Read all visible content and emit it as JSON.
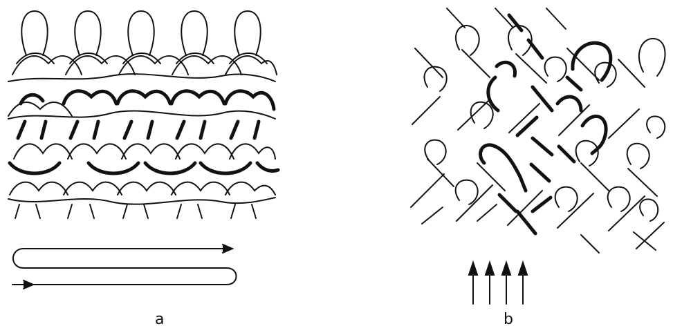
{
  "panels": [
    {
      "id": "a",
      "caption": "a",
      "structure": "weft-knit",
      "courses": 4,
      "wales": 5,
      "highlight_color": "#000000"
    },
    {
      "id": "b",
      "caption": "b",
      "structure": "warp-knit",
      "arrows": 4,
      "highlight_color": "#000000"
    }
  ],
  "colors": {
    "ink": "#111111",
    "background": "#ffffff"
  },
  "icons": [
    "yarn-path-arrow",
    "feed-direction-arrows"
  ]
}
